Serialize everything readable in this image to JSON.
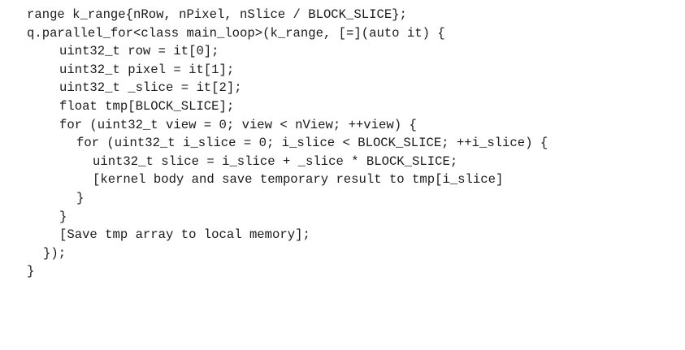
{
  "code": {
    "lines": [
      {
        "indent": 0,
        "text": "range k_range{nRow, nPixel, nSlice / BLOCK_SLICE};"
      },
      {
        "indent": 0,
        "text": "q.parallel_for<class main_loop>(k_range, [=](auto it) {"
      },
      {
        "indent": 2,
        "text": "uint32_t row = it[0];"
      },
      {
        "indent": 2,
        "text": "uint32_t pixel = it[1];"
      },
      {
        "indent": 2,
        "text": "uint32_t _slice = it[2];"
      },
      {
        "indent": 2,
        "text": "float tmp[BLOCK_SLICE];"
      },
      {
        "indent": 2,
        "text": "for (uint32_t view = 0; view < nView; ++view) {"
      },
      {
        "indent": 3,
        "text": "for (uint32_t i_slice = 0; i_slice < BLOCK_SLICE; ++i_slice) {"
      },
      {
        "indent": 4,
        "text": "uint32_t slice = i_slice + _slice * BLOCK_SLICE;"
      },
      {
        "indent": 4,
        "text": "[kernel body and save temporary result to tmp[i_slice]"
      },
      {
        "indent": 3,
        "text": "}"
      },
      {
        "indent": 2,
        "text": "}"
      },
      {
        "indent": 2,
        "text": "[Save tmp array to local memory];"
      },
      {
        "indent": 1,
        "text": "});"
      },
      {
        "indent": 0,
        "text": "}"
      }
    ]
  }
}
